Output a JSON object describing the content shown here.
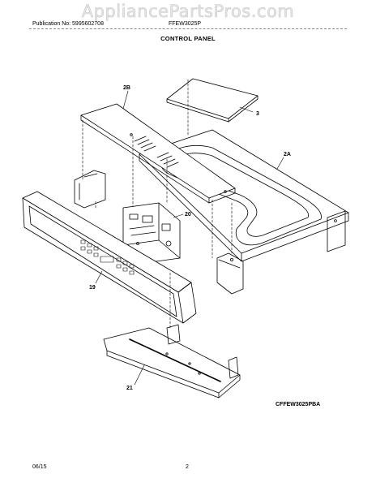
{
  "header": {
    "watermark": "AppliancePartsPros.com",
    "publication": "Publication No: 5995602708",
    "model": "FFEW3025P",
    "section_title": "CONTROL PANEL"
  },
  "callouts": {
    "c3": "3",
    "c2A": "2A",
    "c2B": "2B",
    "c19": "19",
    "c20": "20",
    "c21": "21"
  },
  "footer": {
    "diagram_ref": "CFFEW3025PBA",
    "date": "06/15",
    "page": "2"
  }
}
